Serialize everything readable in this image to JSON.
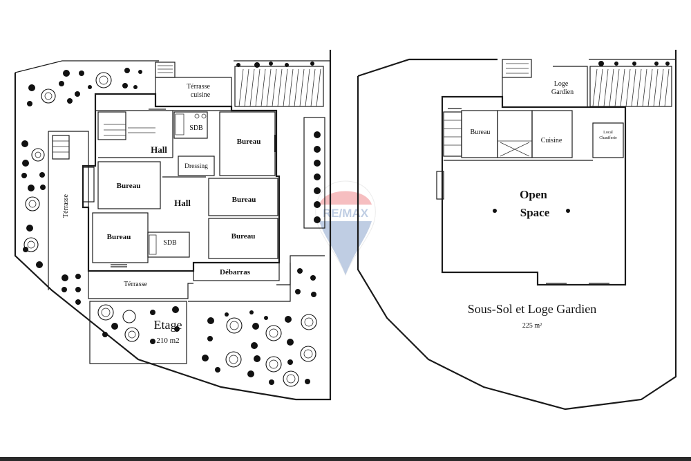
{
  "left_plan": {
    "title": "Etage",
    "area": "210 m2",
    "rooms": {
      "terrasse_cuisine_1": "Térrasse",
      "terrasse_cuisine_2": "cuisine",
      "sdb_top": "SDB",
      "bureau_top_right": "Bureau",
      "hall_top": "Hall",
      "dressing": "Dressing",
      "bureau_left_1": "Bureau",
      "hall_center": "Hall",
      "bureau_right_2": "Bureau",
      "terrasse_side": "Térrasse",
      "bureau_left_2": "Bureau",
      "sdb_bottom": "SDB",
      "bureau_right_3": "Bureau",
      "debarras": "Débarras",
      "terrasse_bottom": "Térrasse"
    }
  },
  "right_plan": {
    "title": "Sous-Sol et Loge Gardien",
    "area": "225 m²",
    "rooms": {
      "loge_1": "Loge",
      "loge_2": "Gardien",
      "bureau": "Bureau",
      "cuisine": "Cuisine",
      "local_1": "Local",
      "local_2": "Chaufferie",
      "open_1": "Open",
      "open_2": "Space"
    }
  },
  "watermark": {
    "text": "RE/MAX",
    "colors": {
      "red": "#e11b22",
      "blue": "#1c4f9c"
    }
  }
}
